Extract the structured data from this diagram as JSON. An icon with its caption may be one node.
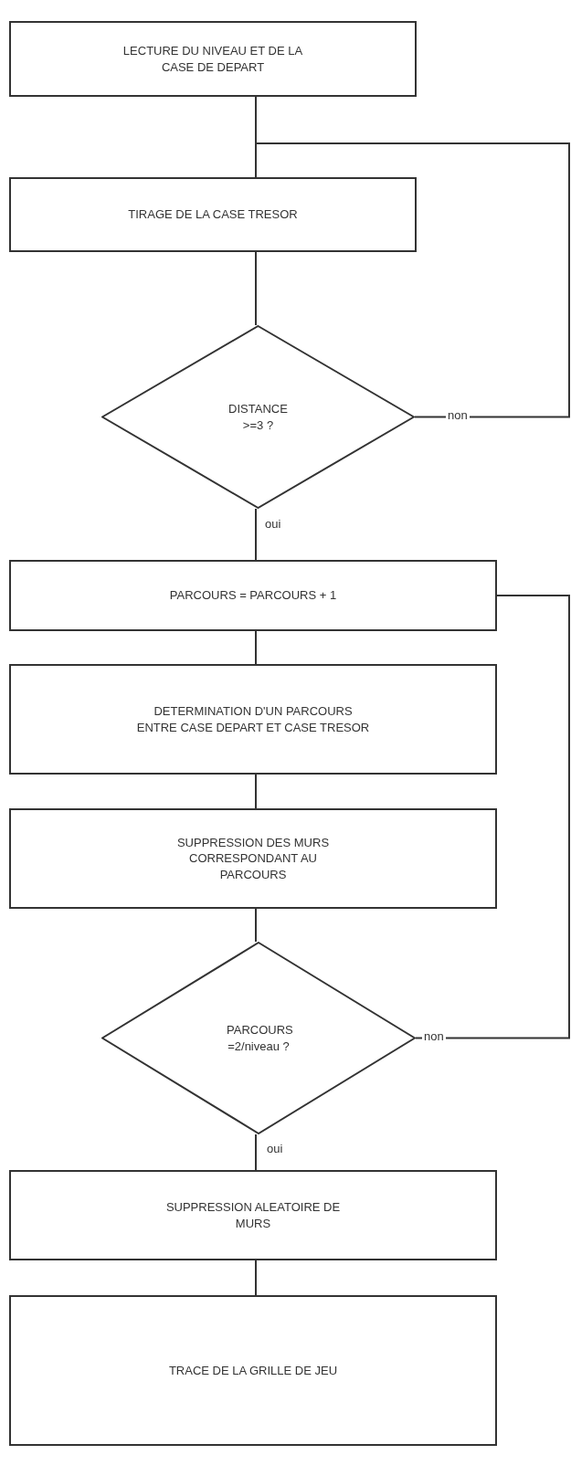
{
  "diagram": {
    "nodes": [
      {
        "text": [
          "LECTURE DU NIVEAU ET DE LA CASE DE DEPART"
        ]
      },
      {
        "text": [
          "TIRAGE DE LA CASE TRESOR"
        ]
      },
      {
        "text": [
          "DISTANCE >=3 ?"
        ]
      },
      {
        "text": [
          "PARCOURS = PARCOURS + 1"
        ]
      },
      {
        "text": [
          "DETERMINATION D'UN PARCOURS ENTRE CASE DEPART ET CASE TRESOR"
        ]
      },
      {
        "text": [
          "SUPPRESSION DES MURS CORRESPONDANT AU PARCOURS"
        ]
      },
      {
        "text": [
          "PARCOURS =2/niveau ?"
        ]
      },
      {
        "text": [
          "SUPPRESSION ALEATOIRE DE MURS"
        ]
      },
      {
        "text": [
          "TRACE DE LA GRILLE DE JEU"
        ]
      }
    ],
    "edges": [
      {
        "from": 0,
        "to": 1,
        "arrow": "none"
      },
      {
        "from": 2,
        "to": 1,
        "arrow": "none",
        "label": "non"
      },
      {
        "from": 1,
        "to": 2,
        "arrow": "none"
      },
      {
        "from": 2,
        "to": 3,
        "arrow": "none",
        "label": "oui"
      },
      {
        "from": 3,
        "to": 4,
        "arrow": "none"
      },
      {
        "from": 4,
        "to": 5,
        "arrow": "none"
      },
      {
        "from": 5,
        "to": 6,
        "arrow": "none"
      },
      {
        "from": 6,
        "to": 3,
        "arrow": "none",
        "label": "non"
      },
      {
        "from": 6,
        "to": 7,
        "arrow": "none",
        "label": "oui"
      },
      {
        "from": 7,
        "to": 8,
        "arrow": "none"
      }
    ]
  }
}
